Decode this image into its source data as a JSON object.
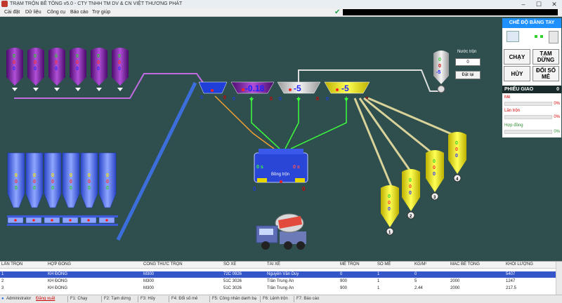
{
  "window": {
    "title": "TRẠM TRỘN BÊ TÔNG v5.0 - CTY TNHH TM DV & CN VIỆT THƯƠNG PHÁT",
    "minimize": "–",
    "maximize": "☐",
    "close": "✕"
  },
  "menu": [
    "Cài đặt",
    "Dữ liệu",
    "Công cụ",
    "Báo cáo",
    "Trợ giúp"
  ],
  "colors": {
    "background": "#2f4f4f",
    "blue": "#1e90ff",
    "purple": "#7a1fa2",
    "yellow": "#f2e600",
    "green": "#2ed12e"
  },
  "control": {
    "mode_title": "CHẾ ĐỘ BẰNG TAY",
    "run": "CHẠY",
    "pause": "TẠM DỪNG",
    "cancel": "HỦY",
    "change_number": "ĐỔI SỐ MẺ"
  },
  "delivery": {
    "title": "PHIẾU GIAO",
    "count": "0",
    "rows": [
      {
        "label": "Mẻ",
        "pct": "0%",
        "progress": 0
      },
      {
        "label": "Lần trộn",
        "pct": "0%",
        "progress": 0
      },
      {
        "label": "Hợp đồng",
        "pct": "0%",
        "progress": 0
      }
    ]
  },
  "mixer_setting": {
    "label": "Nước trộn",
    "value": "0",
    "save_button": "Đặt lại"
  },
  "water_silo": {
    "values": [
      "0",
      "0",
      "-5"
    ]
  },
  "purple_silos": [
    {
      "vals": [
        "0",
        "0",
        "0"
      ]
    },
    {
      "vals": [
        "0",
        "0",
        "0"
      ]
    },
    {
      "vals": [
        "0",
        "0",
        "0"
      ]
    },
    {
      "vals": [
        "0",
        "0",
        "0"
      ]
    },
    {
      "vals": [
        "0",
        "0",
        "0"
      ]
    },
    {
      "vals": [
        "0",
        "0",
        "0"
      ]
    }
  ],
  "blue_silos": [
    {
      "vals": [
        "0",
        "0",
        "0"
      ]
    },
    {
      "vals": [
        "0",
        "0",
        "0"
      ]
    },
    {
      "vals": [
        "0",
        "0",
        "0"
      ]
    },
    {
      "vals": [
        "0",
        "0",
        "0"
      ]
    },
    {
      "vals": [
        "0",
        "0",
        "0"
      ]
    },
    {
      "vals": [
        "0",
        "0",
        "0"
      ]
    }
  ],
  "scales": {
    "aggregate": {
      "value": "",
      "left": "0",
      "right": "0"
    },
    "cement": {
      "value": "-0.18",
      "left": "0",
      "right": "0"
    },
    "water": {
      "value": "-5",
      "left": "0",
      "right": "0"
    },
    "additive": {
      "value": "-5",
      "left": "0",
      "right": "0"
    }
  },
  "mixer": {
    "left_time": "0 s",
    "right_time": "0 s",
    "label": "Bồng trộn",
    "bottom_left": "0",
    "bottom_right": "0"
  },
  "yellow_silos": [
    {
      "vals": [
        "0",
        "0",
        "0"
      ],
      "id": "1"
    },
    {
      "vals": [
        "0",
        "0",
        "0"
      ],
      "id": "2"
    },
    {
      "vals": [
        "0",
        "0",
        "0"
      ],
      "id": "3"
    },
    {
      "vals": [
        "0",
        "0",
        "0"
      ],
      "id": "4"
    }
  ],
  "table": {
    "headers": [
      "LẦN TRỘN",
      "HỢP ĐỒNG",
      "CÔNG THỨC TRỘN",
      "SỐ XE",
      "TÀI XẾ",
      "MẺ TRỘN",
      "SỐ MẺ",
      "KG/M³",
      "MÁC BÊ TÔNG",
      "KHỐI LƯỢNG"
    ],
    "rows": [
      [
        "1",
        "KH ĐÔNG",
        "M300",
        "72C 0926",
        "Nguyễn Văn Duy",
        "0",
        "1",
        "0",
        "",
        "5407"
      ],
      [
        "2",
        "KH ĐÔNG",
        "M300",
        "51C 3026",
        "Trần Trung Ân",
        "900",
        "1",
        "5",
        "2000",
        "1247"
      ],
      [
        "3",
        "KH ĐÔNG",
        "M300",
        "51C 3026",
        "Trần Trung Ân",
        "900",
        "1",
        "2.44",
        "2000",
        "217.5"
      ]
    ]
  },
  "status": {
    "user": "Administrator",
    "logout": "Đăng xuất",
    "f1": "F1: Chạy",
    "f2": "F2: Tạm dừng",
    "f3": "F3: Hủy",
    "f4": "F4: Đổi số mẻ",
    "f5": "F5: Công nhân danh bạ",
    "f6": "F6: Lệnh trộn",
    "f7": "F7: Báo cáo"
  }
}
